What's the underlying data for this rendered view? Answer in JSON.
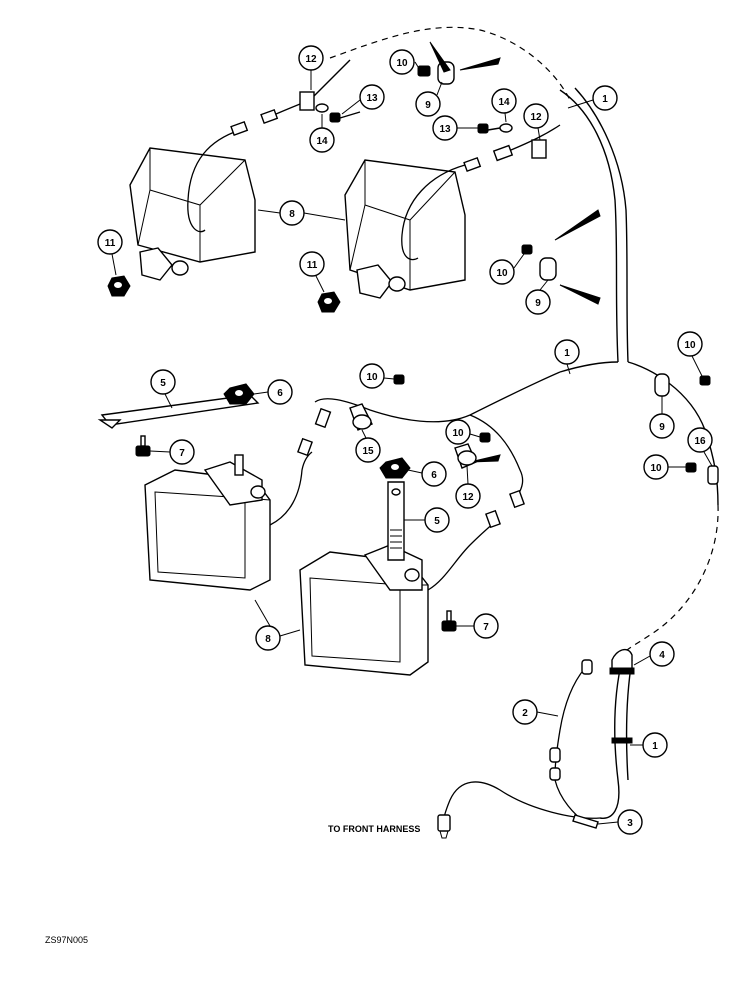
{
  "callouts": [
    "1",
    "2",
    "3",
    "4",
    "5",
    "6",
    "7",
    "8",
    "9",
    "10",
    "11",
    "12",
    "13",
    "14",
    "15",
    "16"
  ],
  "caption": "TO FRONT HARNESS",
  "figure_id": "ZS97N005"
}
